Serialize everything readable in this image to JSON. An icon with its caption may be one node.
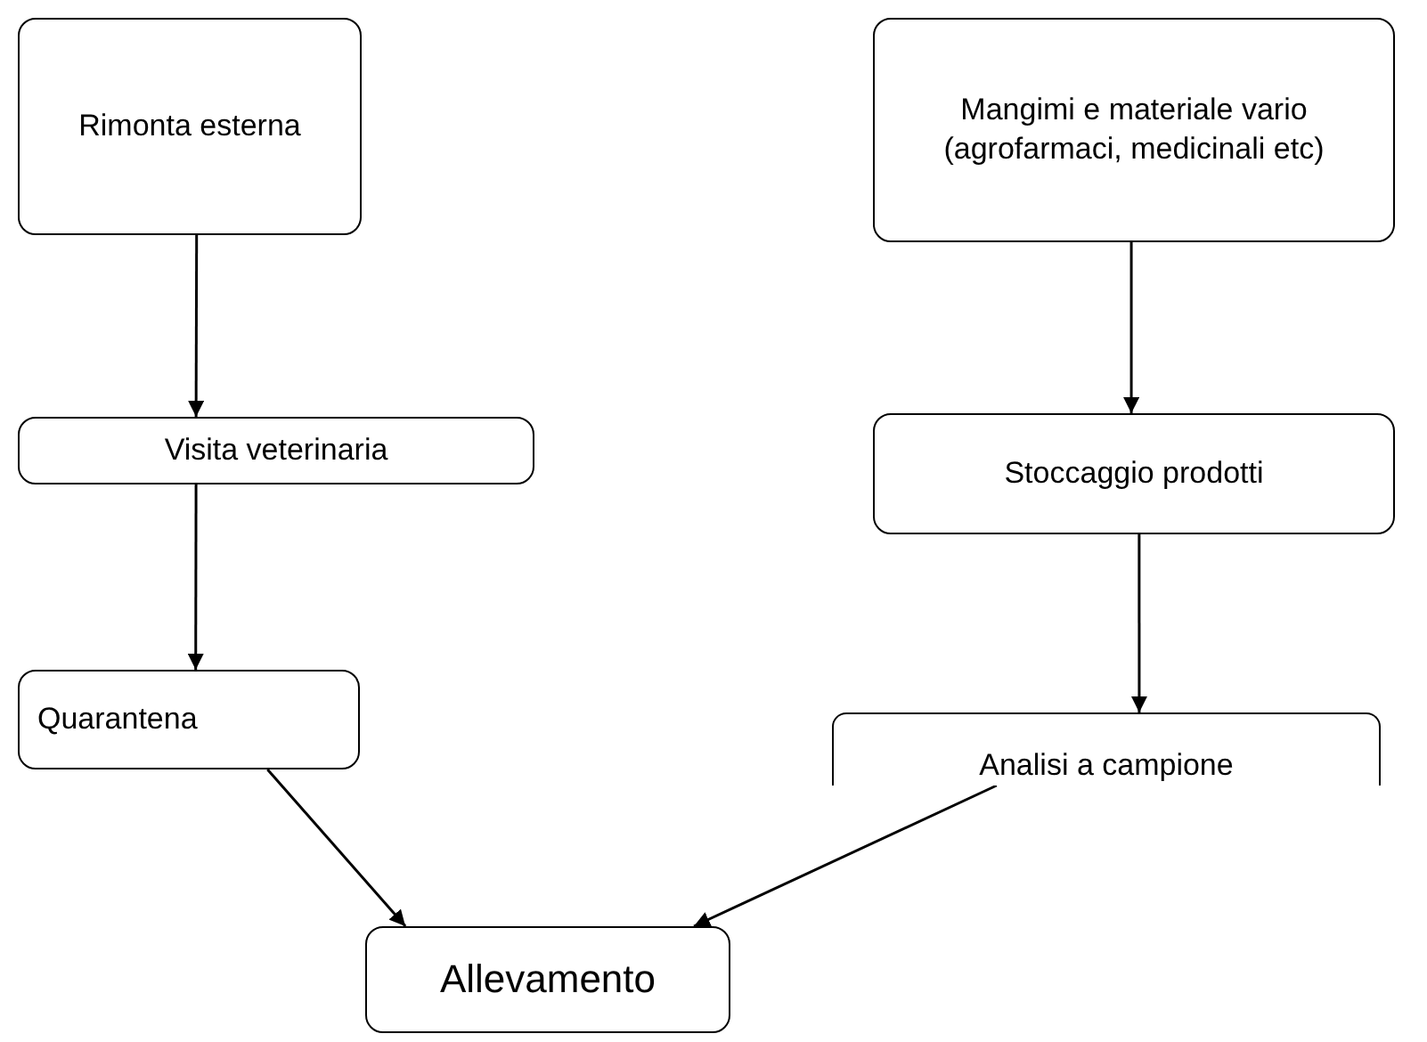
{
  "diagram": {
    "nodes": [
      {
        "text": [
          "Rimonta esterna"
        ]
      },
      {
        "text": [
          "Mangimi e materiale vario (agrofarmaci, medicinali etc)"
        ]
      },
      {
        "text": [
          "Visita veterinaria"
        ]
      },
      {
        "text": [
          "Stoccaggio prodotti"
        ]
      },
      {
        "text": [
          "Quarantena"
        ]
      },
      {
        "text": [
          "Analisi a campione"
        ]
      },
      {
        "text": [
          "Allevamento"
        ]
      }
    ],
    "edges": [
      {
        "from": 0,
        "to": 2,
        "arrow": "to"
      },
      {
        "from": 2,
        "to": 4,
        "arrow": "to"
      },
      {
        "from": 1,
        "to": 3,
        "arrow": "to"
      },
      {
        "from": 3,
        "to": 5,
        "arrow": "to"
      },
      {
        "from": 4,
        "to": 6,
        "arrow": "to"
      },
      {
        "from": 5,
        "to": 6,
        "arrow": "to"
      }
    ]
  }
}
